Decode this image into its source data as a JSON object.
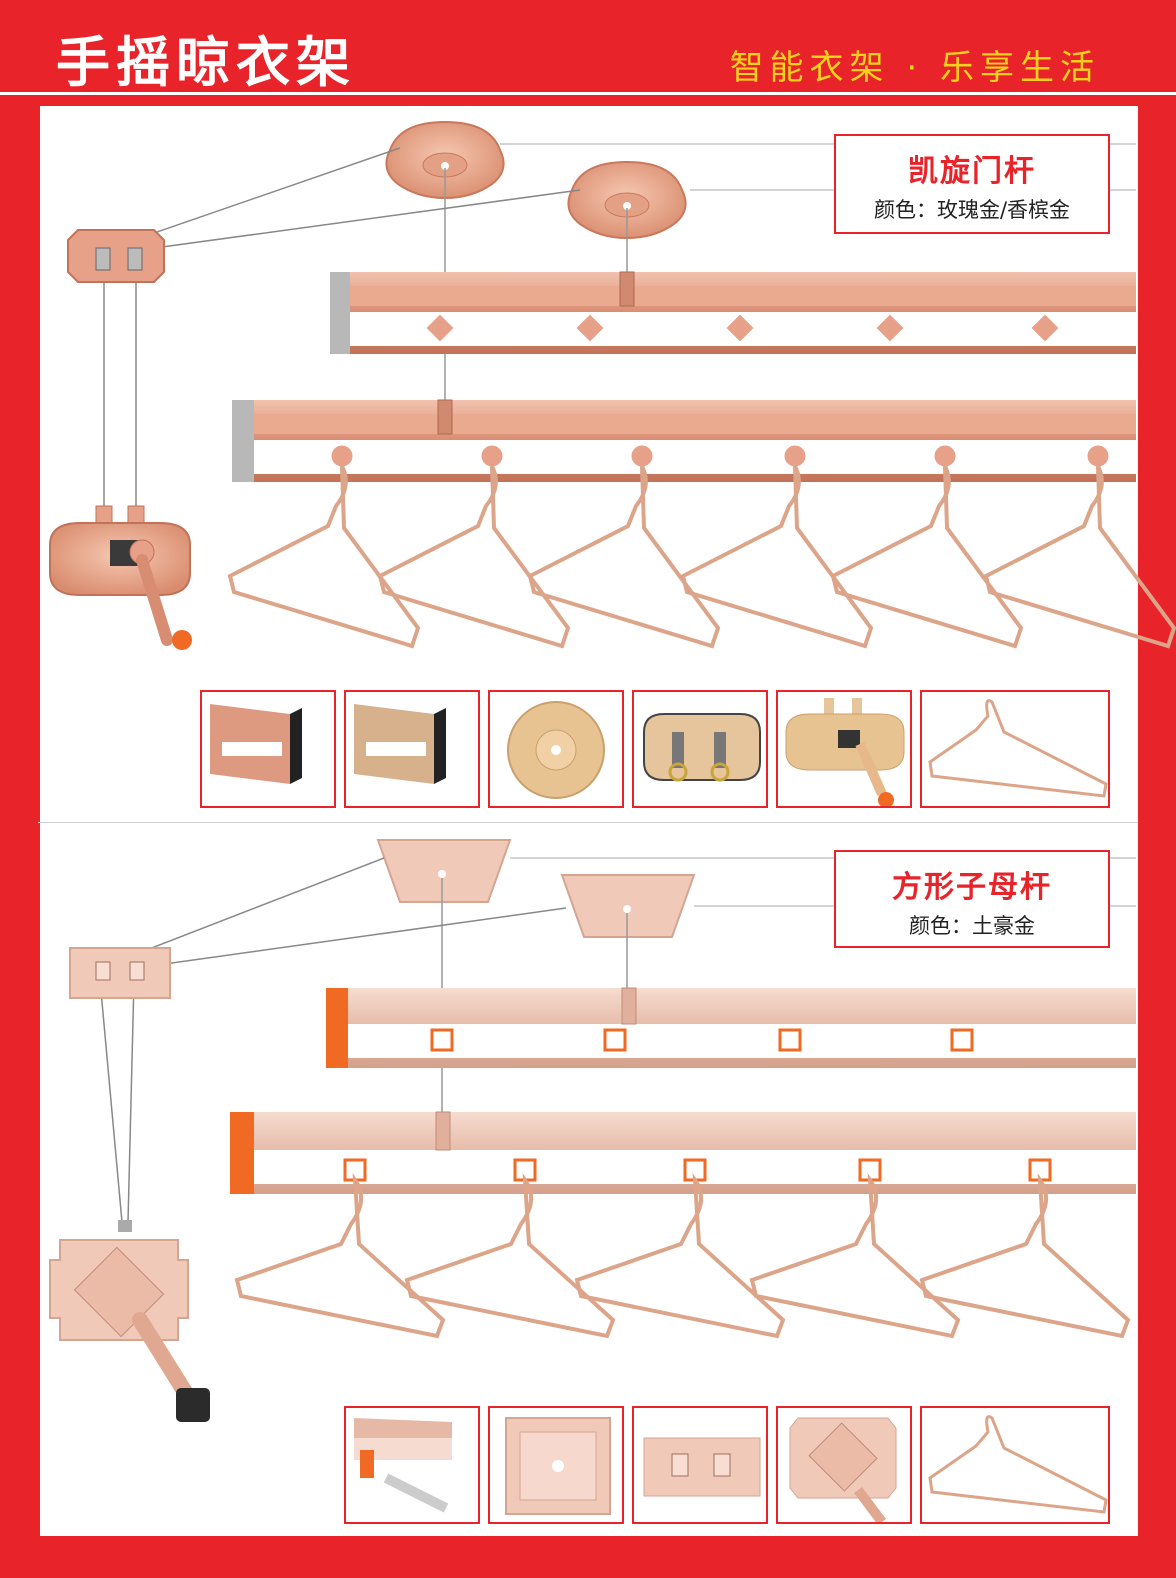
{
  "header": {
    "title": "手摇晾衣架",
    "slogan": "智能衣架 · 乐享生活"
  },
  "products": [
    {
      "name": "凯旋门杆",
      "color_label": "颜色：玫瑰金/香槟金",
      "thumbnails": [
        "rail-profile-rose-icon",
        "rail-profile-champagne-icon",
        "ceiling-mount-round-icon",
        "pulley-seat-icon",
        "hand-crank-icon",
        "hanger-icon"
      ]
    },
    {
      "name": "方形子母杆",
      "color_label": "颜色：土豪金",
      "thumbnails": [
        "square-tube-rail-icon",
        "ceiling-mount-square-icon",
        "pulley-seat-square-icon",
        "hand-crank-square-icon",
        "hanger-icon"
      ]
    }
  ],
  "colors": {
    "brand_red": "#e8232a",
    "slogan_yellow": "#f7d21a",
    "rose_gold": "#e7a38c",
    "tuhao_gold": "#ebbfb0",
    "end_cap_orange": "#f06a23"
  }
}
